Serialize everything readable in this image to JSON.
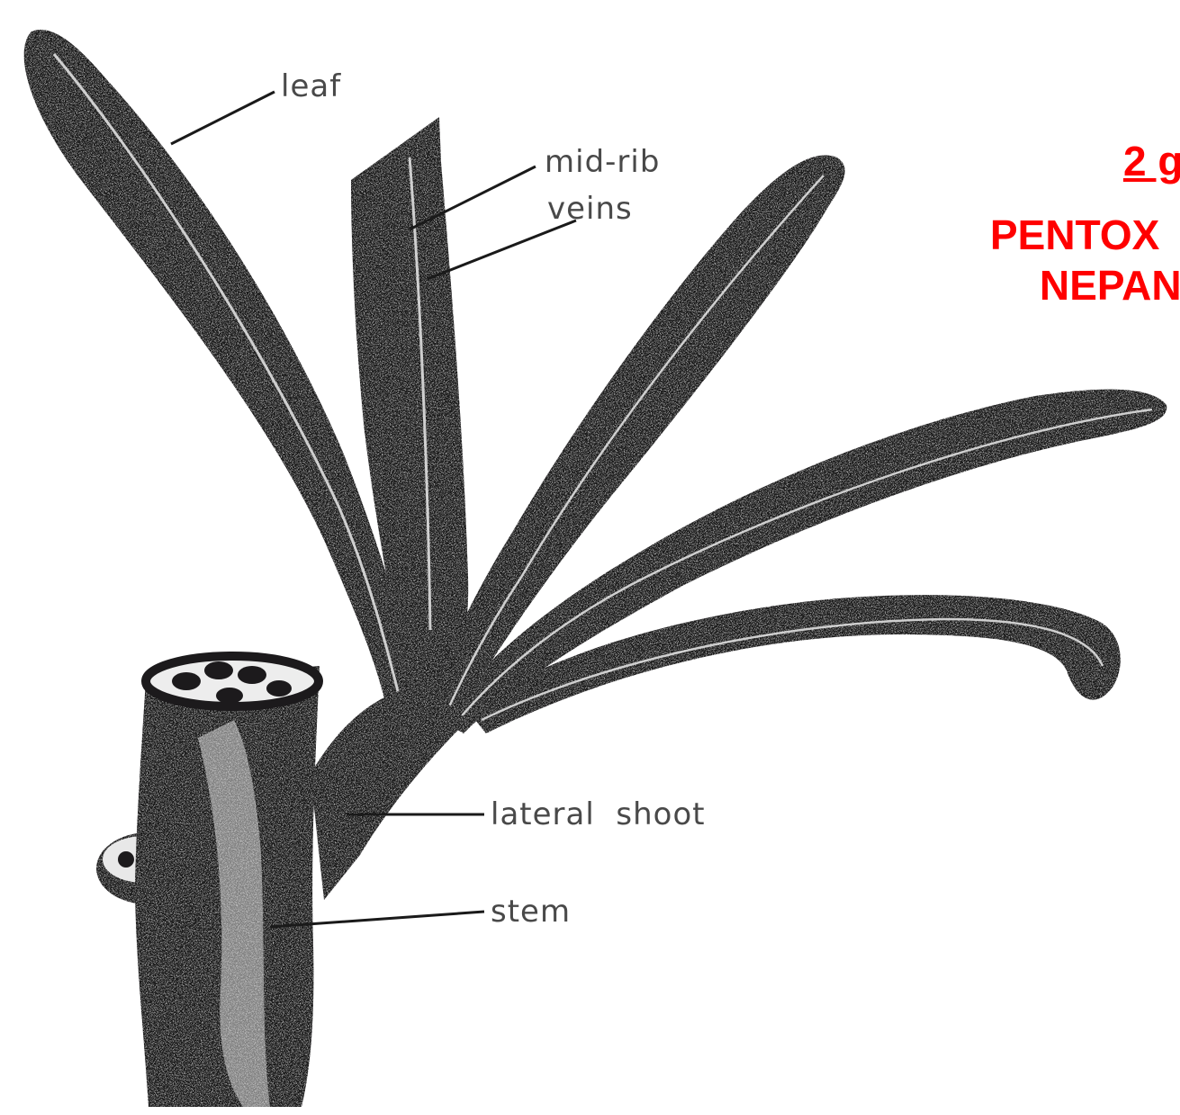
{
  "labels": {
    "leaf": "leaf",
    "midrib": "mid-rib",
    "veins": "veins",
    "lateral_shoot": "lateral  shoot",
    "stem": "stem"
  },
  "side_text": {
    "line1": "2 g",
    "line2": "PENTOX",
    "line3": "NEPAN"
  },
  "colors": {
    "ink": "#1c1a1c",
    "highlight": "#cfcfcf",
    "side_text": "#ff0000"
  }
}
